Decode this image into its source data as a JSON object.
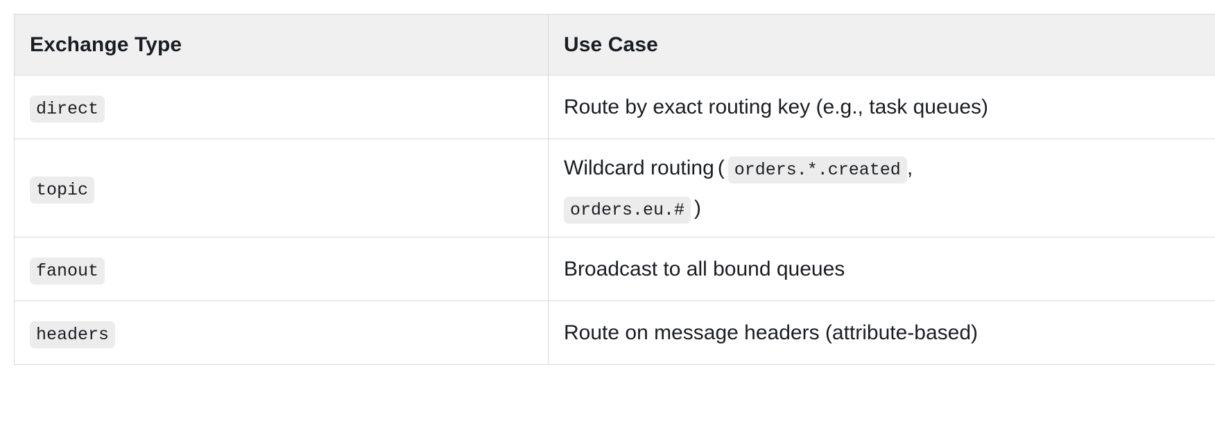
{
  "table": {
    "columns": [
      "Exchange Type",
      "Use Case"
    ],
    "rows": [
      {
        "type": "direct",
        "use_case_text": "Route by exact routing key (e.g., task queues)"
      },
      {
        "type": "topic",
        "use_case_prefix": "Wildcard routing",
        "open_paren": "(",
        "code_1": "orders.*.created",
        "comma": ",",
        "code_2": "orders.eu.#",
        "close_paren": ")"
      },
      {
        "type": "fanout",
        "use_case_text": "Broadcast to all bound queues"
      },
      {
        "type": "headers",
        "use_case_text": "Route on message headers (attribute-based)"
      }
    ]
  },
  "style_tokens": {
    "header_background": "#f0f0f0",
    "border_color": "#d6dade",
    "code_chip_background": "#ececec",
    "text_color": "#1a1d21",
    "page_background": "#ffffff"
  }
}
